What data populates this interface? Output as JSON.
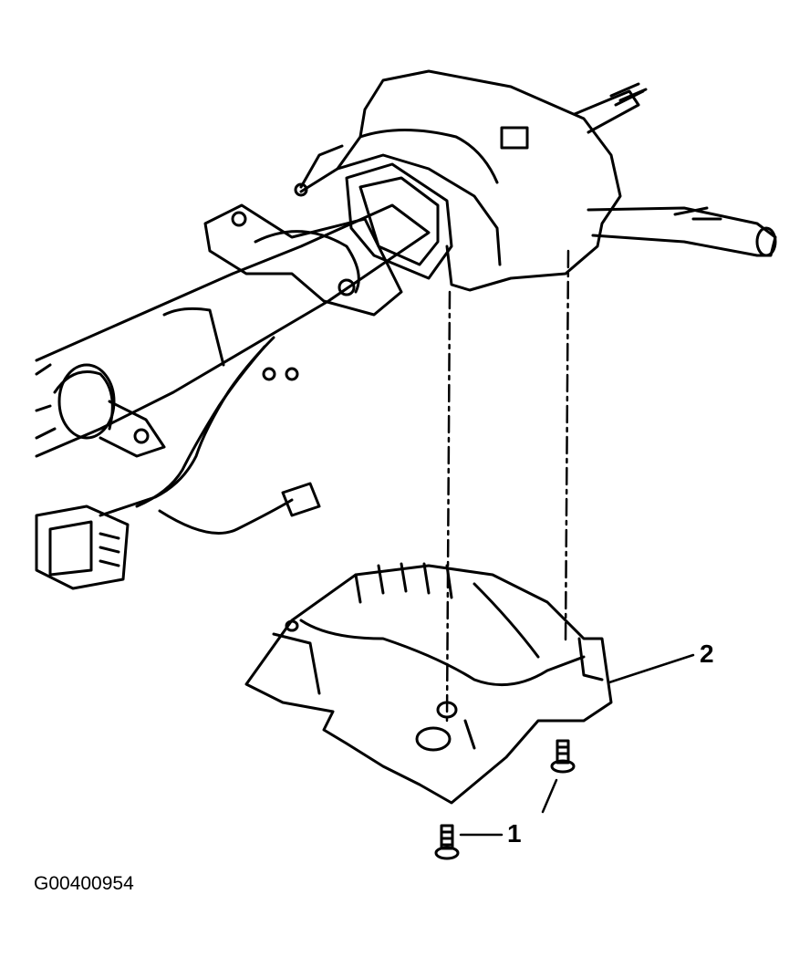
{
  "figure_id": "G00400954",
  "callouts": [
    {
      "number": "1"
    },
    {
      "number": "2"
    }
  ],
  "colors": {
    "line": "#000000",
    "background": "#ffffff"
  }
}
